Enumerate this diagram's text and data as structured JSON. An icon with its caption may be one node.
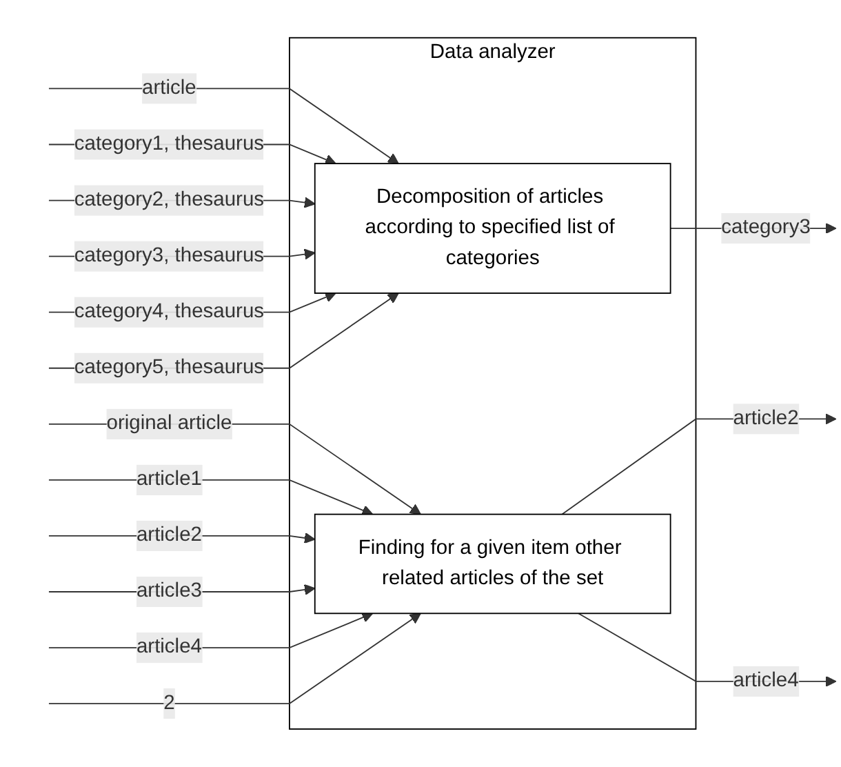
{
  "diagram": {
    "nodes": [
      {
        "text": [
          "Data analyzer"
        ]
      },
      {
        "text": [
          "Decomposition of articles according to specified list of categories"
        ],
        "in": 0
      },
      {
        "text": [
          "Finding for a given item other related articles of the set"
        ],
        "in": 0
      }
    ],
    "edges": [
      {
        "from": null,
        "to": 1,
        "arrow": "to",
        "label": "article"
      },
      {
        "from": null,
        "to": 1,
        "arrow": "to",
        "label": "category1, thesaurus"
      },
      {
        "from": null,
        "to": 1,
        "arrow": "to",
        "label": "category2, thesaurus"
      },
      {
        "from": null,
        "to": 1,
        "arrow": "to",
        "label": "category3, thesaurus"
      },
      {
        "from": null,
        "to": 1,
        "arrow": "to",
        "label": "category4, thesaurus"
      },
      {
        "from": null,
        "to": 1,
        "arrow": "to",
        "label": "category5, thesaurus"
      },
      {
        "from": 1,
        "to": null,
        "arrow": "to",
        "label": "category3"
      },
      {
        "from": null,
        "to": 2,
        "arrow": "to",
        "label": "original article"
      },
      {
        "from": null,
        "to": 2,
        "arrow": "to",
        "label": "article1"
      },
      {
        "from": null,
        "to": 2,
        "arrow": "to",
        "label": "article2"
      },
      {
        "from": null,
        "to": 2,
        "arrow": "to",
        "label": "article3"
      },
      {
        "from": null,
        "to": 2,
        "arrow": "to",
        "label": "article4"
      },
      {
        "from": null,
        "to": 2,
        "arrow": "to",
        "label": "2"
      },
      {
        "from": 2,
        "to": null,
        "arrow": "to",
        "label": "article2"
      },
      {
        "from": 2,
        "to": null,
        "arrow": "to",
        "label": "article4"
      }
    ]
  }
}
